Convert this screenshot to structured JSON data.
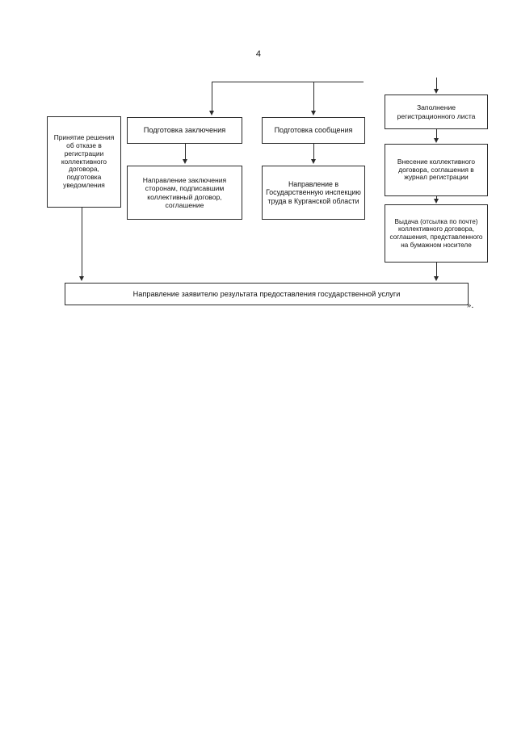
{
  "page": {
    "number": "4",
    "closing_mark": "»."
  },
  "diagram": {
    "type": "flowchart",
    "orientation": "top-down",
    "nodes": [
      {
        "id": "refusal",
        "label": "Принятие решения об отказе в регистрации коллективного договора, подготовка уведомления",
        "column": 1
      },
      {
        "id": "prep_conclusion",
        "label": "Подготовка заключения",
        "column": 2
      },
      {
        "id": "send_conclusion",
        "label": "Направление заключения сторонам, подписавшим коллективный договор, соглашение",
        "column": 2
      },
      {
        "id": "prep_message",
        "label": "Подготовка сообщения",
        "column": 3
      },
      {
        "id": "send_inspection",
        "label": "Направление в Государственную инспекцию труда в Курганской области",
        "column": 3
      },
      {
        "id": "fill_sheet",
        "label": "Заполнение регистрационного листа",
        "column": 4
      },
      {
        "id": "journal_entry",
        "label": "Внесение коллективного договора, соглашения в журнал регистрации",
        "column": 4
      },
      {
        "id": "issue_document",
        "label": "Выдача (отсылка по почте) коллективного договора, соглашения, представленного на бумажном носителе",
        "column": 4
      },
      {
        "id": "result_delivery",
        "label": "Направление заявителю результата предоставления государственной услуги",
        "column": 0
      }
    ],
    "edges": [
      {
        "from": "branch-bus",
        "to": "prep_conclusion"
      },
      {
        "from": "branch-bus",
        "to": "prep_message"
      },
      {
        "from": "branch-bus",
        "to": "fill_sheet"
      },
      {
        "from": "prep_conclusion",
        "to": "send_conclusion"
      },
      {
        "from": "prep_message",
        "to": "send_inspection"
      },
      {
        "from": "fill_sheet",
        "to": "journal_entry"
      },
      {
        "from": "journal_entry",
        "to": "issue_document"
      },
      {
        "from": "refusal",
        "to": "result_delivery"
      },
      {
        "from": "issue_document",
        "to": "result_delivery"
      }
    ]
  },
  "colors": {
    "stroke": "#2b2b2b",
    "text": "#111111",
    "background": "#ffffff"
  }
}
